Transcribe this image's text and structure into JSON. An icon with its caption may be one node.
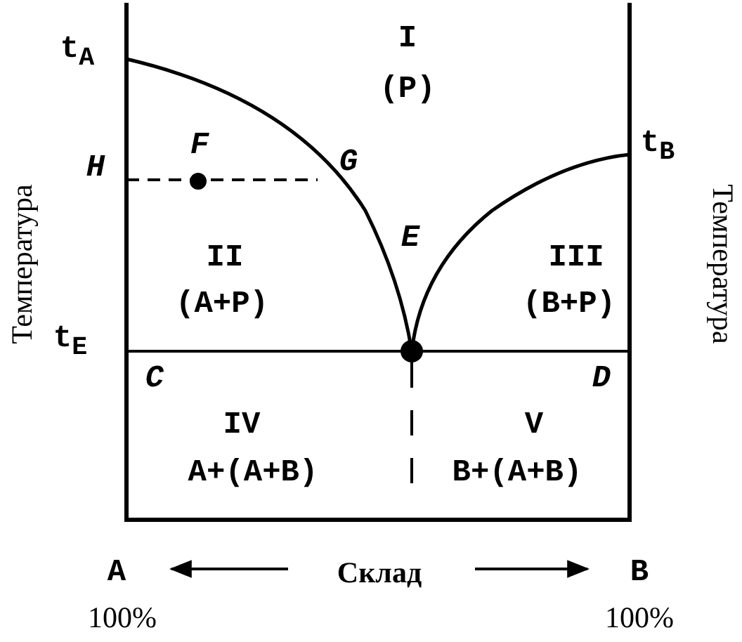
{
  "diagram": {
    "labels": [
      "t$_{A}$",
      "I",
      "(Р)",
      "H",
      "F",
      "G",
      "t$_{B}$",
      "Температура",
      "Температура",
      "II",
      "(A+Р)",
      "E",
      "III",
      "(B+Р)",
      "t$_{E}$",
      "C",
      "D",
      "IV",
      "A+(A+B)",
      "V",
      "B+(A+B)",
      "A",
      "Склад",
      "B",
      "100%",
      "100%"
    ]
  }
}
